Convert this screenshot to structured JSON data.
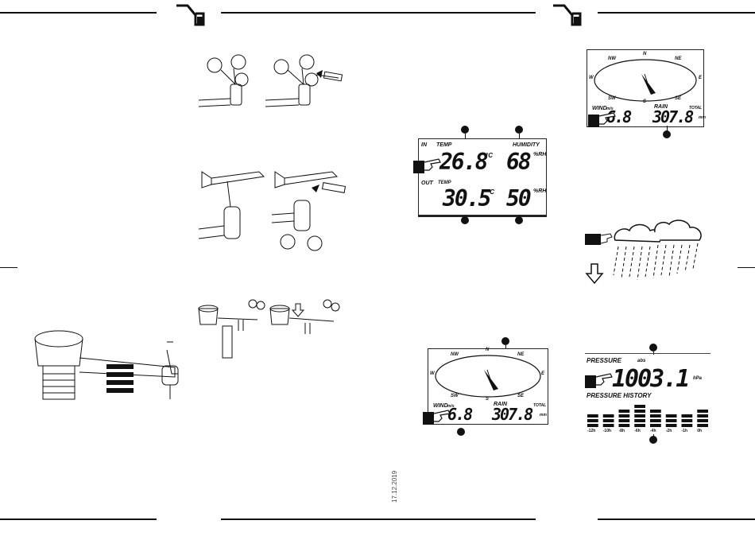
{
  "footer": {
    "date": "17.12.2019"
  },
  "indoor_outdoor_display": {
    "in_label": "IN",
    "out_label": "OUT",
    "temp_label": "TEMP",
    "out_temp_label": "TEMP",
    "humidity_label": "HUMIDITY",
    "in_temp": "26.8",
    "in_humidity": "68",
    "out_temp": "30.5",
    "out_humidity": "50",
    "temp_unit": "°C",
    "humidity_unit": "%RH"
  },
  "wind_display_left": {
    "directions": [
      "N",
      "NE",
      "E",
      "SE",
      "S",
      "SW",
      "W",
      "NW"
    ],
    "wind_label": "WIND",
    "wind_unit": "m/s",
    "rain_label": "RAIN",
    "total_label": "TOTAL",
    "wind_value": "6.8",
    "rain_value": "307.8",
    "rain_unit": "mm"
  },
  "wind_display_right": {
    "directions": [
      "N",
      "NE",
      "E",
      "SE",
      "S",
      "SW",
      "W",
      "NW"
    ],
    "wind_label": "WIND",
    "wind_unit": "m/s",
    "rain_label": "RAIN",
    "total_label": "TOTAL",
    "wind_value": "6.8",
    "rain_value": "307.8",
    "rain_unit": "mm"
  },
  "pressure_display": {
    "pressure_label": "PRESSURE",
    "abs_label": "abs",
    "value": "1003.1",
    "unit": "hPa",
    "history_label": "PRESSURE HISTORY",
    "history_ticks": [
      "-12h",
      "-10h",
      "-8h",
      "-6h",
      "-4h",
      "-2h",
      "-1h",
      "0h"
    ],
    "history_bars": [
      3,
      3,
      4,
      5,
      4,
      3,
      3,
      4
    ]
  },
  "colors": {
    "ink": "#111111",
    "paper": "#ffffff"
  }
}
